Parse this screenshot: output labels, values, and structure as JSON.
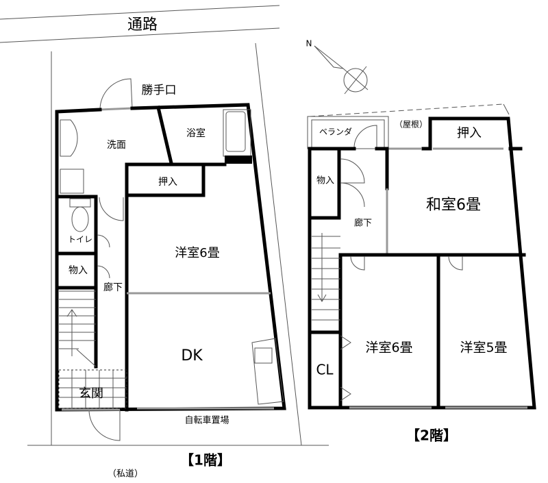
{
  "site": {
    "road_top": "通路",
    "road_bottom": "（私道）",
    "north": "N"
  },
  "floor1": {
    "title": "【1階】",
    "rooms": {
      "back_door": "勝手口",
      "bath": "浴室",
      "washroom": "洗面",
      "closet": "押入",
      "toilet": "トイレ",
      "western_room": "洋室6畳",
      "storage": "物入",
      "hallway": "廊下",
      "dk": "DK",
      "entrance": "玄関",
      "bicycle_parking": "自転車置場"
    }
  },
  "floor2": {
    "title": "【2階】",
    "rooms": {
      "veranda": "ベランダ",
      "roof": "（屋根）",
      "closet": "押入",
      "storage": "物入",
      "japanese_room": "和室6畳",
      "hallway": "廊下",
      "western_room_6": "洋室6畳",
      "western_room_5": "洋室5畳",
      "cl": "CL"
    }
  }
}
